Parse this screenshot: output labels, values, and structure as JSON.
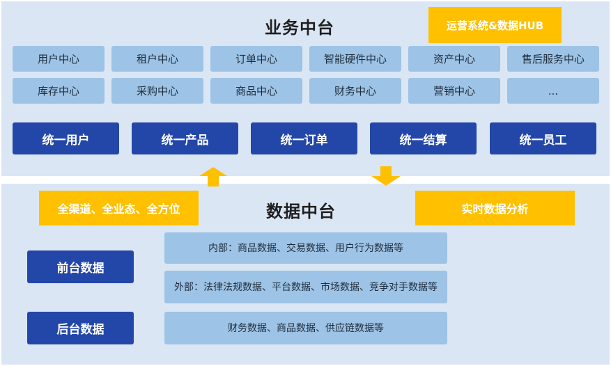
{
  "business": {
    "title": "业务中台",
    "hub_label": "运营系统&数据HUB",
    "centers_row1": [
      "用户中心",
      "租户中心",
      "订单中心",
      "智能硬件中心",
      "资产中心",
      "售后服务中心"
    ],
    "centers_row2": [
      "库存中心",
      "采购中心",
      "商品中心",
      "财务中心",
      "营销中心",
      "..."
    ],
    "unified": [
      "统一用户",
      "统一产品",
      "统一订单",
      "统一结算",
      "统一员工"
    ]
  },
  "data": {
    "title": "数据中台",
    "channels_label": "全渠道、全业态、全方位",
    "realtime_label": "实时数据分析",
    "front_label": "前台数据",
    "back_label": "后台数据",
    "internal_text": "内部：商品数据、交易数据、用户行为数据等",
    "external_text": "外部：法律法规数据、平台数据、市场数据、竞争对手数据等",
    "back_text": "财务数据、商品数据、供应链数据等"
  },
  "colors": {
    "panel_bg": "#dbe6f4",
    "cell": "#9dc3e6",
    "accent_yellow": "#ffc000",
    "dark_blue": "#2347a8"
  },
  "icons": {
    "up_arrow": "arrow-up-icon",
    "down_arrow": "arrow-down-icon"
  }
}
